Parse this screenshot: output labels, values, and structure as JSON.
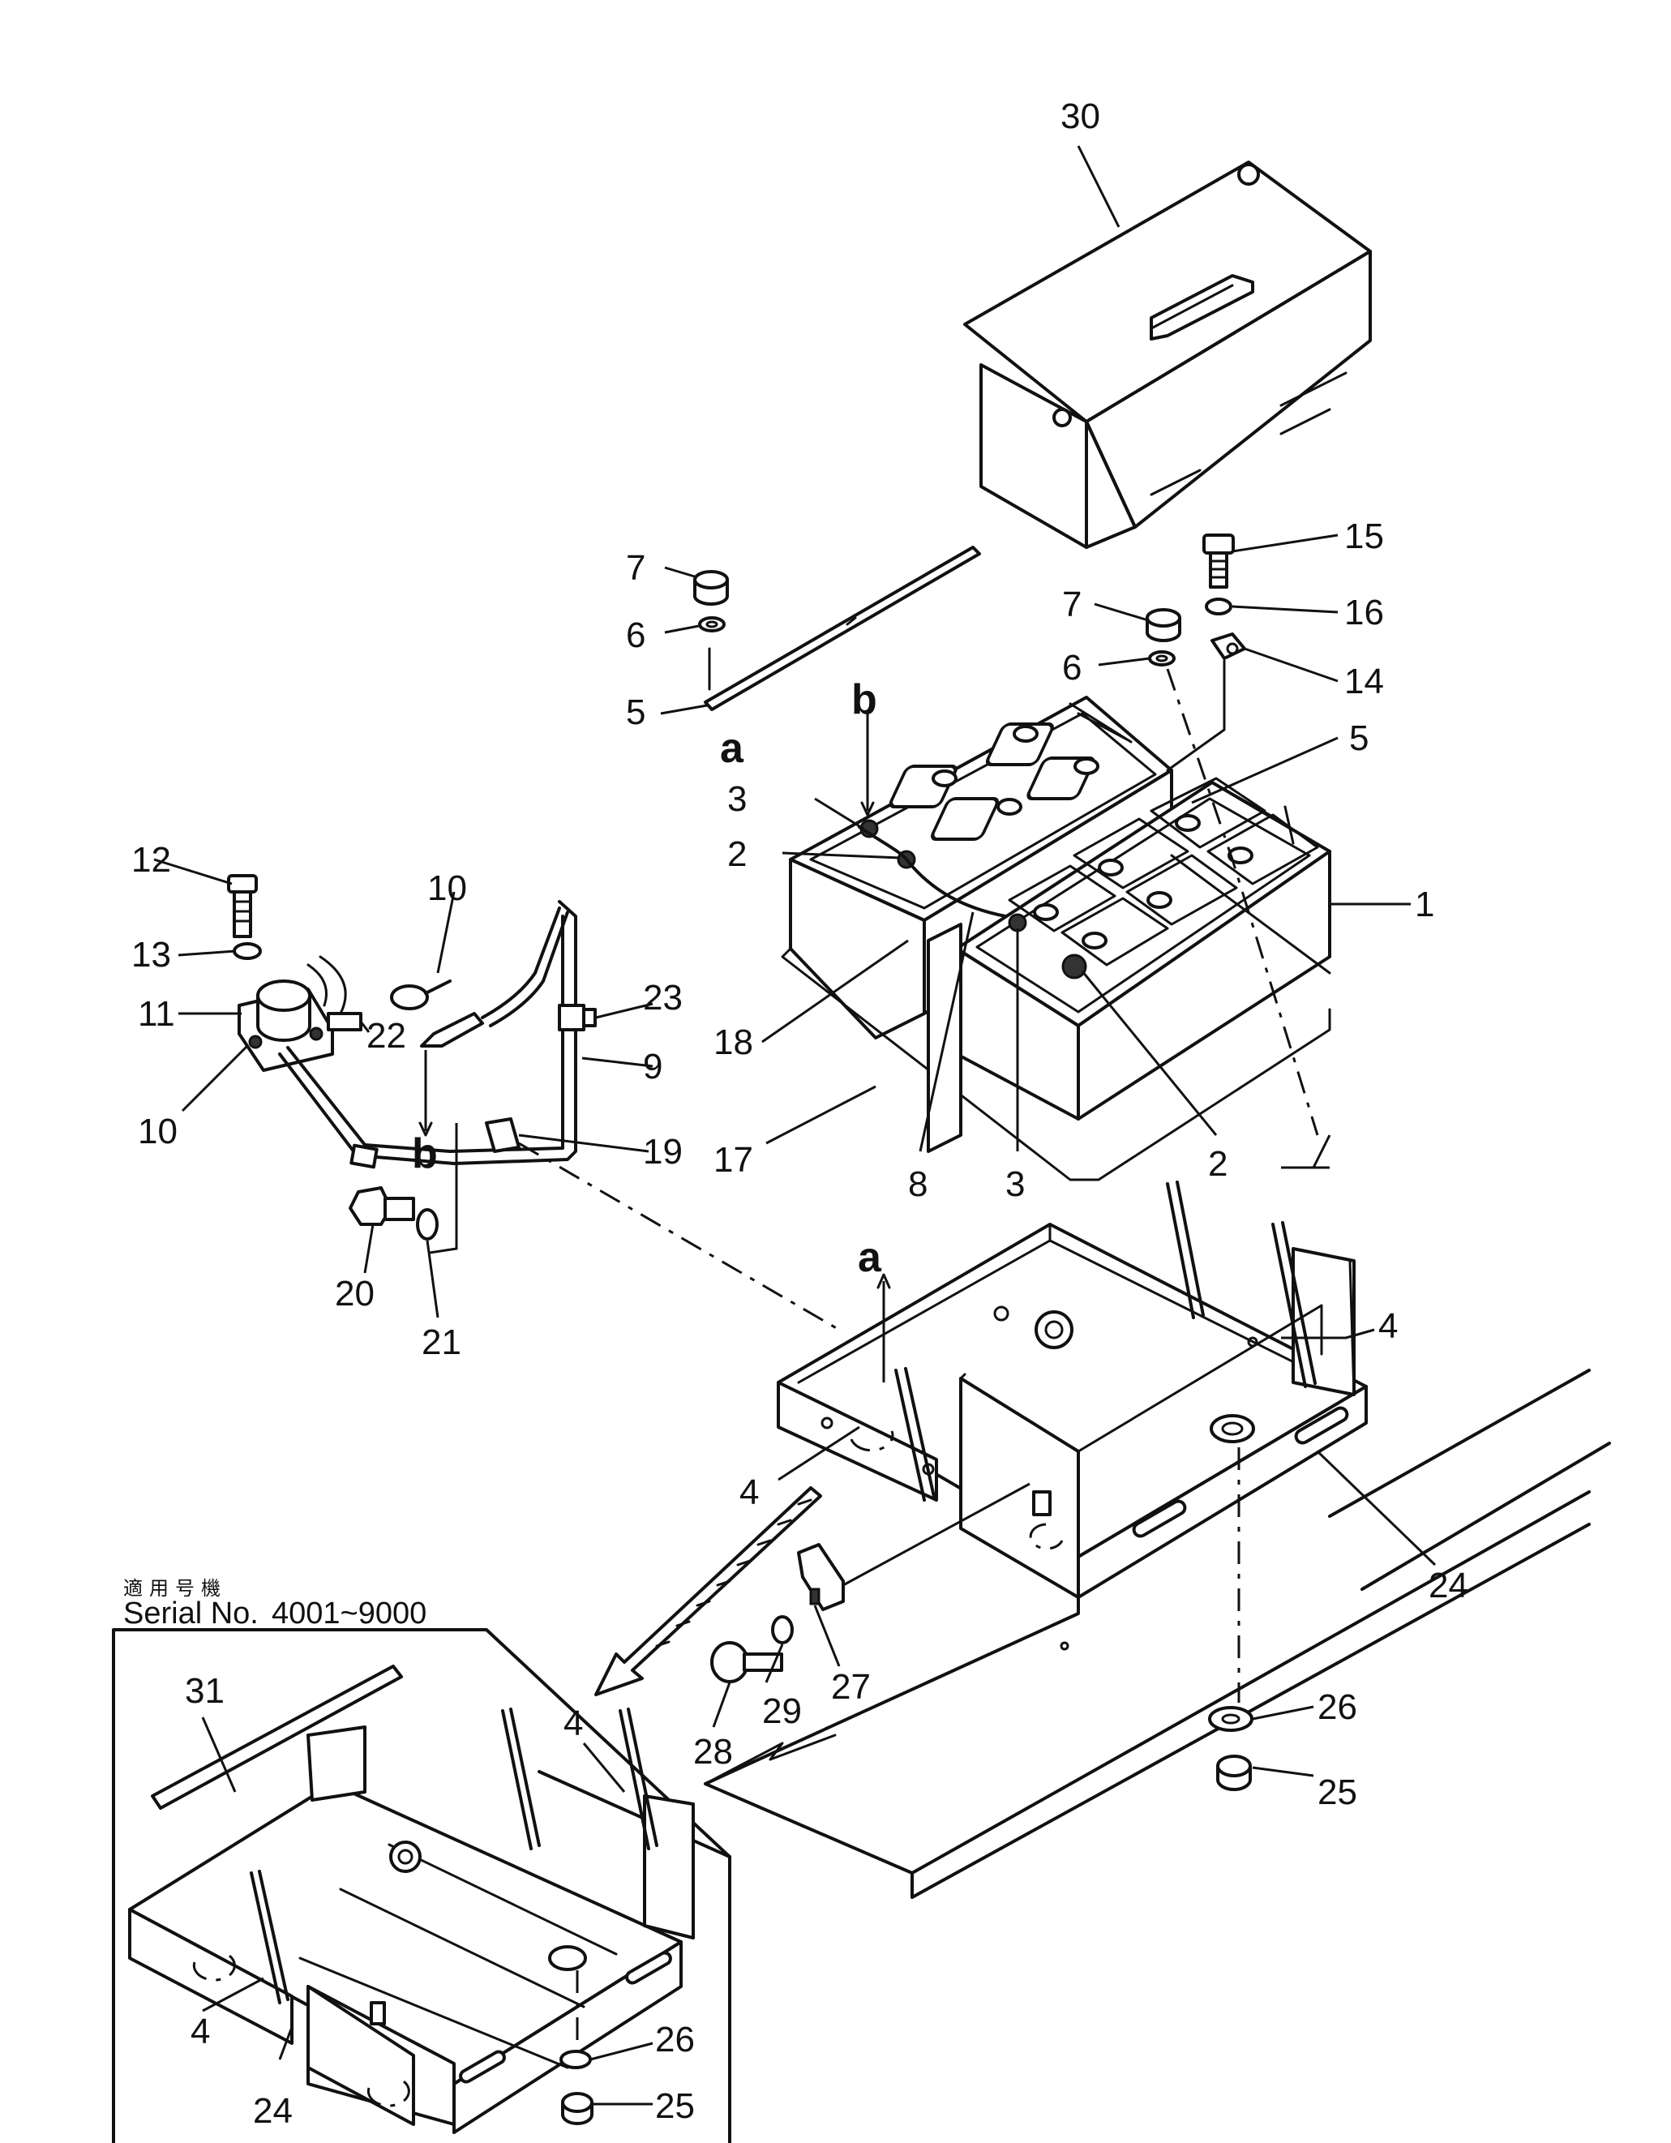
{
  "callouts": {
    "c1": "1",
    "c2a": "2",
    "c2b": "2",
    "c3a": "3",
    "c3b": "3",
    "c4a": "4",
    "c4b": "4",
    "c4c": "4",
    "c4d": "4",
    "c5a": "5",
    "c5b": "5",
    "c6a": "6",
    "c6b": "6",
    "c7a": "7",
    "c7b": "7",
    "c8": "8",
    "c9": "9",
    "c10a": "10",
    "c10b": "10",
    "c11": "11",
    "c12": "12",
    "c13": "13",
    "c14": "14",
    "c15": "15",
    "c16": "16",
    "c17": "17",
    "c18": "18",
    "c19": "19",
    "c20": "20",
    "c21": "21",
    "c22": "22",
    "c23": "23",
    "c24a": "24",
    "c24b": "24",
    "c25a": "25",
    "c25b": "25",
    "c26a": "26",
    "c26b": "26",
    "c27": "27",
    "c28": "28",
    "c29": "29",
    "c30": "30",
    "c31": "31"
  },
  "refs": {
    "a1": "a",
    "a2": "a",
    "b1": "b",
    "b2": "b"
  },
  "inset": {
    "applicable_label": "適用号機",
    "serial_label": "Serial No.",
    "serial_range": "4001~9000"
  }
}
